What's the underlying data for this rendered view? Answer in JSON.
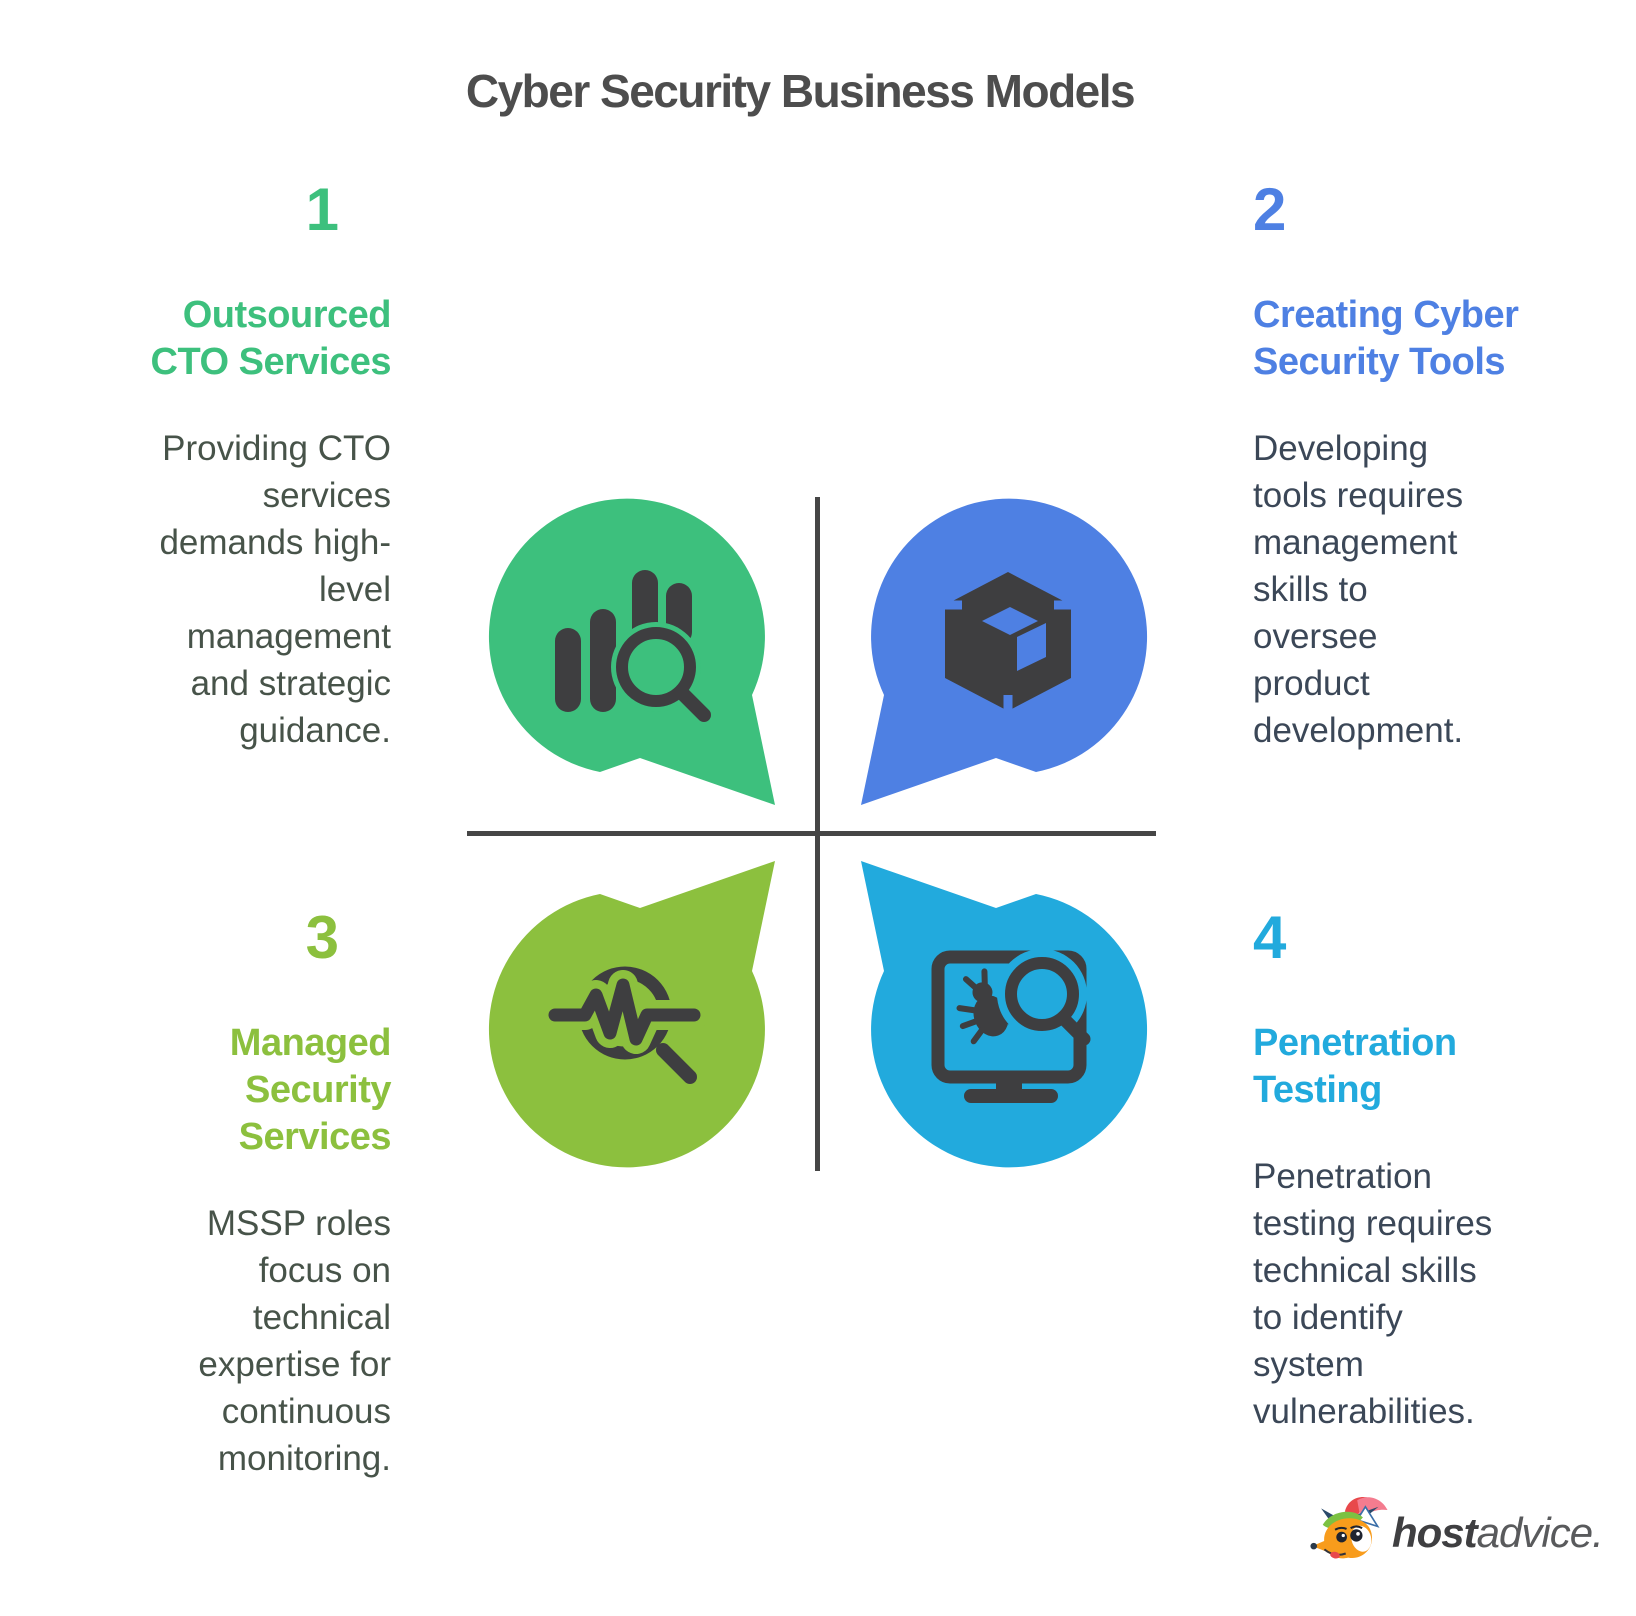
{
  "title": "Cyber Security Business Models",
  "sections": [
    {
      "number": "1",
      "heading": "Outsourced\nCTO Services",
      "body": "Providing CTO\nservices\ndemands high-\nlevel\nmanagement\nand strategic\nguidance.",
      "accent_color": "#3DC07D",
      "icon": "bar-chart-magnifier-icon"
    },
    {
      "number": "2",
      "heading": "Creating Cyber\nSecurity Tools",
      "body": "Developing\ntools requires\nmanagement\nskills to\noversee\nproduct\ndevelopment.",
      "accent_color": "#4E80E3",
      "icon": "3d-cube-icon"
    },
    {
      "number": "3",
      "heading": "Managed\nSecurity\nServices",
      "body": "MSSP roles\nfocus on\ntechnical\nexpertise for\ncontinuous\nmonitoring.",
      "accent_color": "#8CC03E",
      "icon": "pulse-magnifier-icon"
    },
    {
      "number": "4",
      "heading": "Penetration\nTesting",
      "body": "Penetration\ntesting requires\ntechnical skills\nto identify\nsystem\nvulnerabilities.",
      "accent_color": "#22AADD",
      "icon": "monitor-bug-magnifier-icon"
    }
  ],
  "colors": {
    "title": "#4D4D4D",
    "body_text_left": "#475349",
    "body_text_right": "#3B4757",
    "icon_dark": "#3E3E40",
    "crosshair": "#464646",
    "background": "#FFFFFF"
  },
  "logo": {
    "host": "host",
    "advice": "advice."
  }
}
